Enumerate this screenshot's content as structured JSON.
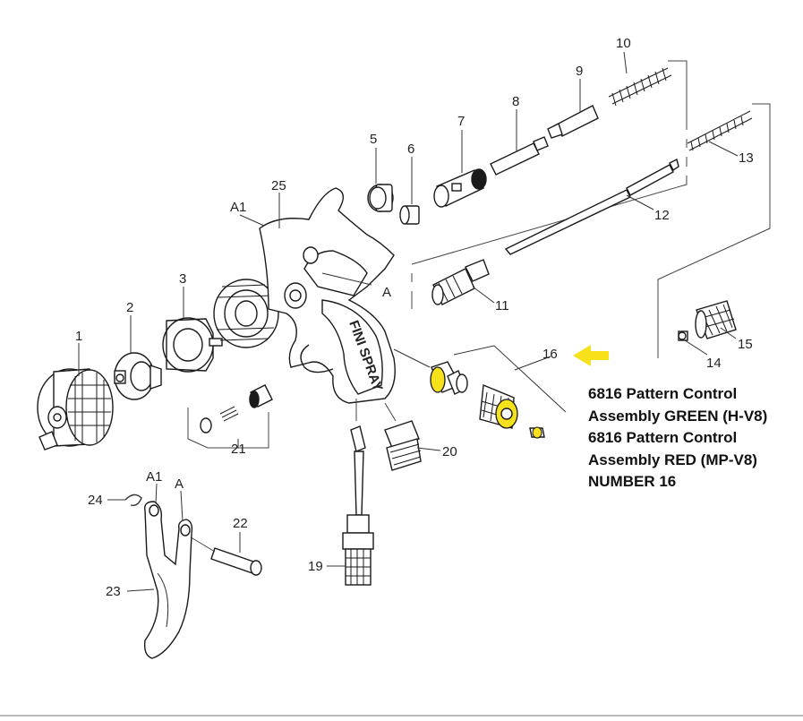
{
  "diagram": {
    "callouts": {
      "p1": "1",
      "p2": "2",
      "p3": "3",
      "p5": "5",
      "p6": "6",
      "p7": "7",
      "p8": "8",
      "p9": "9",
      "p10": "10",
      "p11": "11",
      "p12": "12",
      "p13": "13",
      "p14": "14",
      "p15": "15",
      "p16": "16",
      "p19": "19",
      "p20": "20",
      "p21": "21",
      "p22": "22",
      "p23": "23",
      "p24": "24",
      "p25": "25",
      "a1_top": "A1",
      "a_body": "A",
      "a1_trigger": "A1",
      "a_trigger": "A"
    },
    "branding": "FINI SPRAY",
    "highlight_color": "#f5e11c",
    "arrow_color": "#f7e11a"
  },
  "caption": {
    "line1": "6816 Pattern Control",
    "line2": "Assembly GREEN (H-V8)",
    "line3": "6816 Pattern Control",
    "line4": "Assembly RED (MP-V8)",
    "line5": "NUMBER 16"
  }
}
